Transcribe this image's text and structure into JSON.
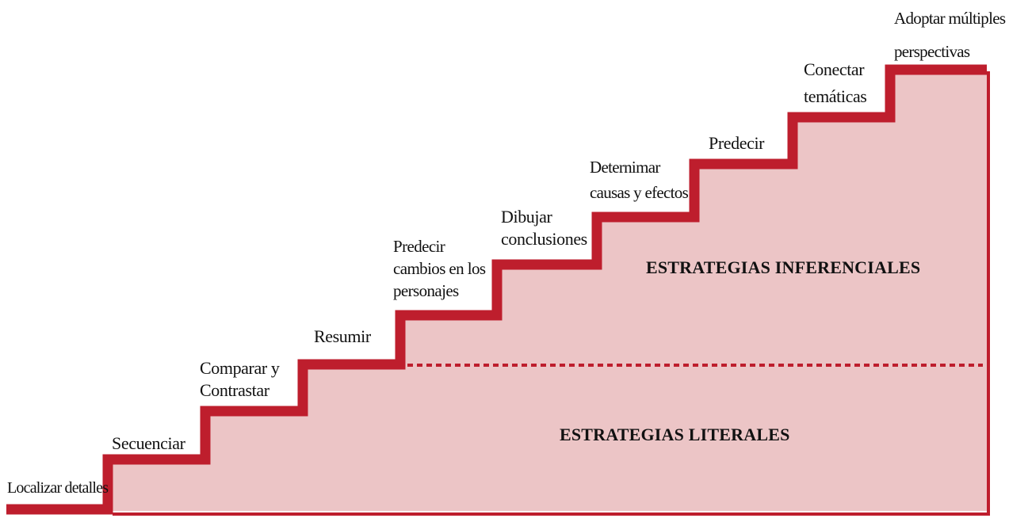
{
  "colors": {
    "stair_line": "#be1e2d",
    "fill": "#ecc5c6",
    "text": "#111111"
  },
  "steps": [
    {
      "lines": [
        "Localizar detalles"
      ]
    },
    {
      "lines": [
        "Secuenciar"
      ]
    },
    {
      "lines": [
        "Comparar y",
        "Contrastar"
      ]
    },
    {
      "lines": [
        "Resumir"
      ]
    },
    {
      "lines": [
        "Predecir",
        "cambios en los",
        "personajes"
      ]
    },
    {
      "lines": [
        "Dibujar",
        "conclusiones"
      ]
    },
    {
      "lines": [
        "Deternimar",
        "causas y efectos"
      ]
    },
    {
      "lines": [
        "Predecir"
      ]
    },
    {
      "lines": [
        "Conectar",
        "temáticas"
      ]
    },
    {
      "lines": [
        "Adoptar múltiples",
        "perspectivas"
      ]
    }
  ],
  "sections": {
    "inferential": "ESTRATEGIAS INFERENCIALES",
    "literal": "ESTRATEGIAS LITERALES"
  }
}
